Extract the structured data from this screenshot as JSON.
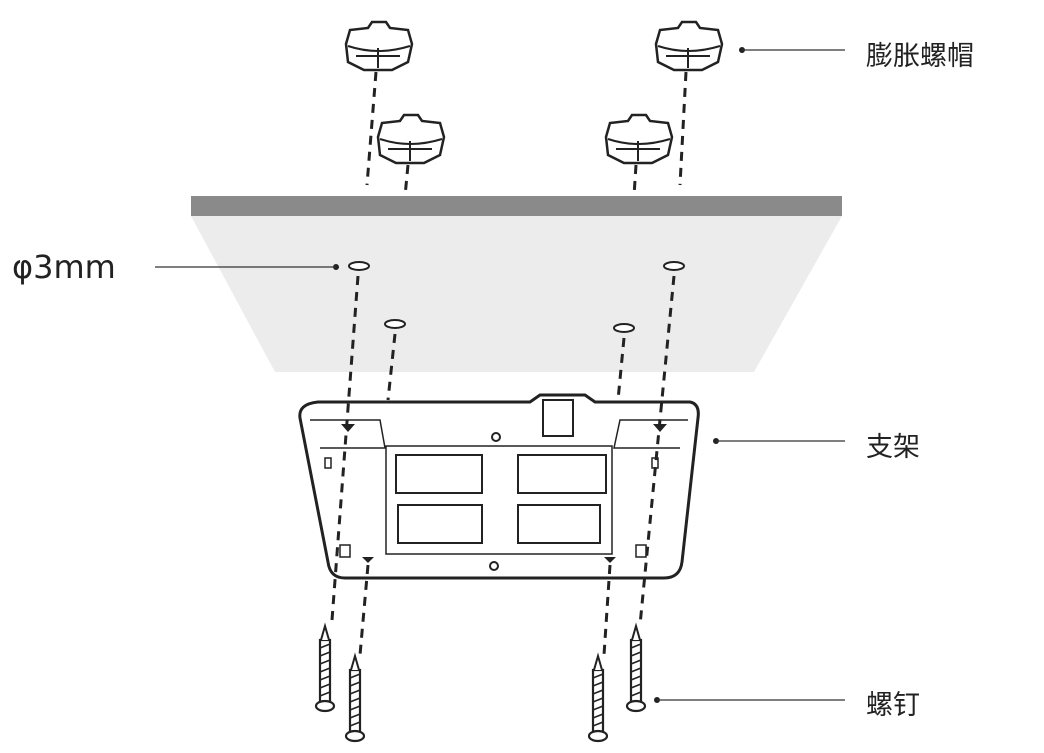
{
  "labels": {
    "anchor_nut": "膨胀螺帽",
    "hole_size": "φ3mm",
    "bracket": "支架",
    "screw": "螺钉"
  },
  "colors": {
    "ceiling_edge": "#8a8a8a",
    "ceiling_face": "#ececec",
    "line": "#222222"
  }
}
